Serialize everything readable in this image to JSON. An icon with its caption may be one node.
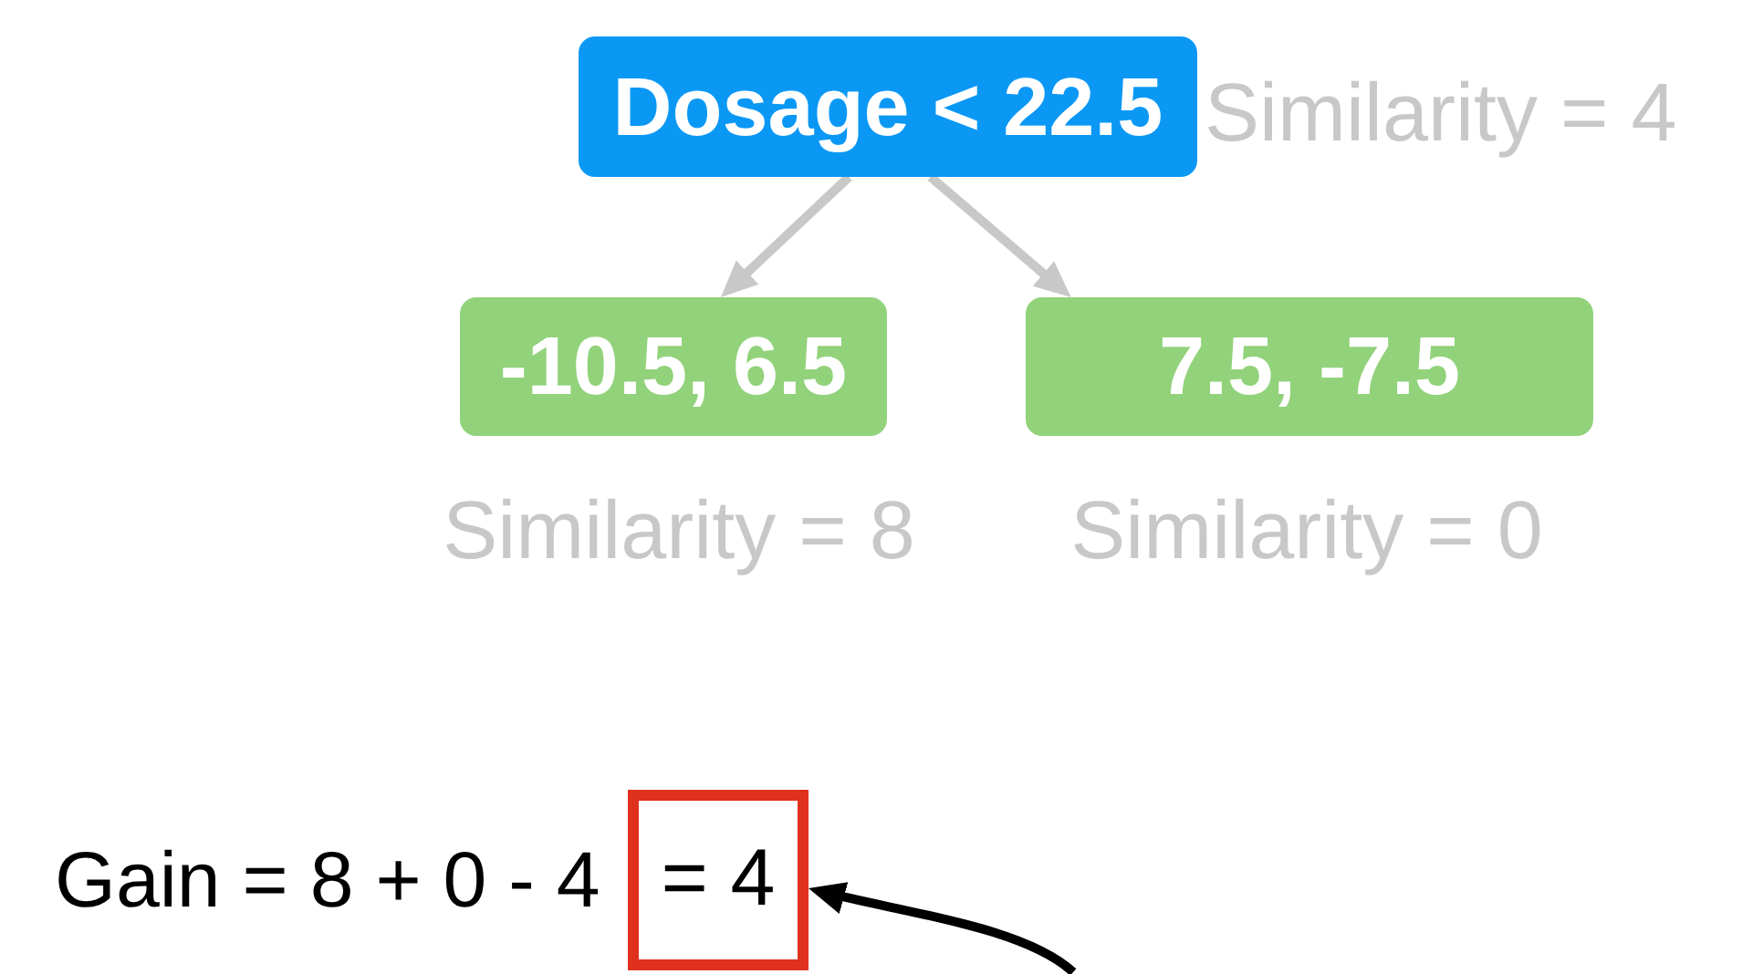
{
  "diagram": {
    "nodes": [
      {
        "text": [
          "Dosage < 22.5"
        ],
        "beside": [
          "Similarity = 4"
        ]
      },
      {
        "text": [
          "-10.5, 6.5"
        ],
        "beside": [
          "Similarity = 8"
        ]
      },
      {
        "text": [
          "7.5, -7.5"
        ],
        "beside": [
          "Similarity = 0"
        ]
      },
      {
        "text": [
          "= 4"
        ]
      }
    ],
    "edges": [
      {
        "from": 0,
        "to": 1,
        "arrow": "to"
      },
      {
        "from": 0,
        "to": 2,
        "arrow": "to"
      },
      {
        "from": null,
        "to": 3,
        "arrow": "to",
        "color": "#000000"
      }
    ],
    "labels": [
      "Gain = 8 + 0 - 4"
    ]
  }
}
